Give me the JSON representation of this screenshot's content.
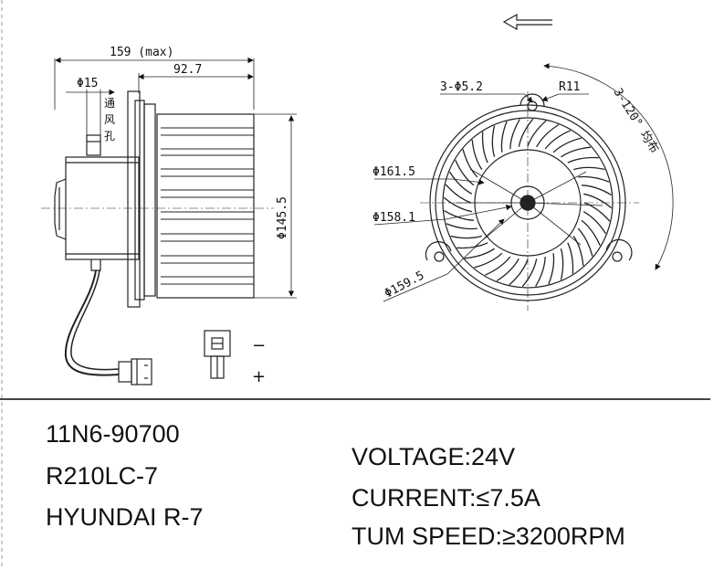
{
  "side_view": {
    "dim_overall_length": "159 (max)",
    "dim_flange_to_end": "92.7",
    "dim_vent_diameter": "Φ15",
    "vent_label": [
      "通",
      "风",
      "孔"
    ],
    "dim_wheel_diameter": "Φ145.5",
    "terminal_minus": "−",
    "terminal_plus": "+"
  },
  "front_view": {
    "rotation_direction": "counter-clockwise",
    "dim_mount_holes": "3-Φ5.2",
    "dim_ear_radius": "R11",
    "dim_hole_spacing": "3-120° 均布",
    "dim_d1": "Φ161.5",
    "dim_d2": "Φ158.1",
    "dim_d3": "Φ159.5"
  },
  "info": {
    "part_number": "11N6-90700",
    "model": "R210LC-7",
    "series": "HYUNDAI R-7",
    "voltage": "VOLTAGE:24V",
    "current": "CURRENT:≤7.5A",
    "speed": "TUM SPEED:≥3200RPM"
  }
}
